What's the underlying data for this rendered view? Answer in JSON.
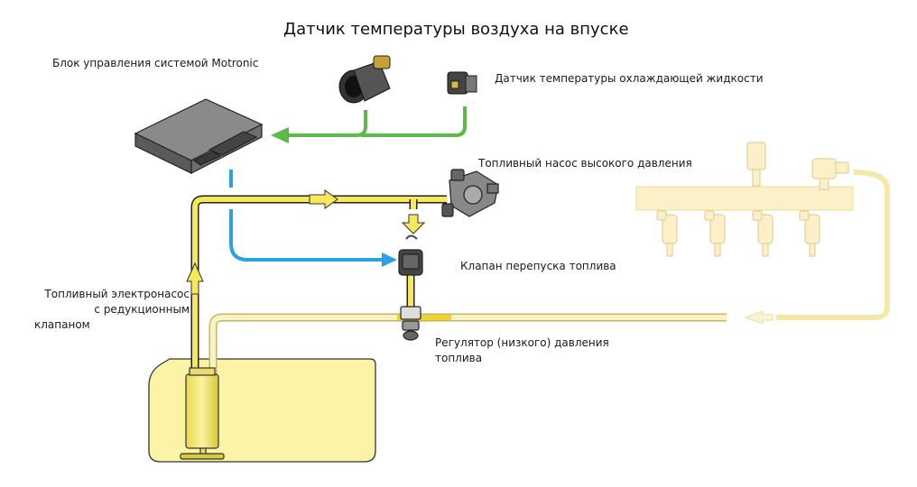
{
  "title": "Датчик температуры воздуха на впуске",
  "labels": {
    "ecu": "Блок управления системой Motronic",
    "coolant_sensor": "Датчик температуры охлаждающей жидкости",
    "high_pressure_pump": "Топливный насос высокого давления",
    "bypass_valve": "Клапан перепуска топлива",
    "regulator_line1": "Регулятор (низкого) давления",
    "regulator_line2": "топлива",
    "pump_line1": "Топливный электронасос",
    "pump_line2": "с редукционным",
    "pump_line3": "клапаном"
  },
  "colors": {
    "signal_green": "#5cb94a",
    "control_blue": "#2aa2e0",
    "fuel_yellow": "#f5e85a",
    "fuel_faded": "#f8efb8",
    "tank_fill": "#fbf3a6",
    "outline": "#333333"
  }
}
